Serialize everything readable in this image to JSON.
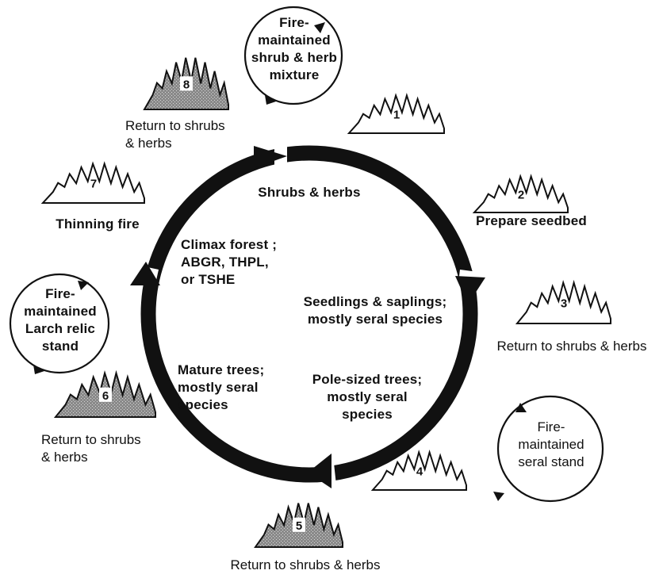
{
  "cycle": {
    "stage_shrubs": "Shrubs & herbs",
    "stage_seedlings": [
      "Seedlings & saplings;",
      "mostly seral species"
    ],
    "stage_pole": [
      "Pole-sized trees;",
      "mostly seral",
      "species"
    ],
    "stage_mature": [
      "Mature trees;",
      "mostly seral",
      "species"
    ],
    "stage_climax": [
      "Climax forest ;",
      "ABGR, THPL,",
      "or TSHE"
    ]
  },
  "fires": [
    {
      "number": "1",
      "style": "light",
      "caption": []
    },
    {
      "number": "2",
      "style": "light",
      "caption": [
        "Prepare seedbed"
      ]
    },
    {
      "number": "3",
      "style": "light",
      "caption": [
        "Return to shrubs & herbs"
      ]
    },
    {
      "number": "4",
      "style": "light",
      "caption": []
    },
    {
      "number": "5",
      "style": "severe",
      "caption": [
        "Return to shrubs & herbs"
      ]
    },
    {
      "number": "6",
      "style": "severe",
      "caption": [
        "Return to shrubs",
        "& herbs"
      ]
    },
    {
      "number": "7",
      "style": "light",
      "caption": [
        "Thinning fire"
      ]
    },
    {
      "number": "8",
      "style": "severe",
      "caption": [
        "Return to shrubs",
        "& herbs"
      ]
    }
  ],
  "loops": {
    "shrub_herb": [
      "Fire-",
      "maintained",
      "shrub & herb",
      "mixture"
    ],
    "larch": [
      "Fire-",
      "maintained",
      "Larch relic",
      "stand"
    ],
    "seral": [
      "Fire-",
      "maintained",
      "seral stand"
    ]
  },
  "colors": {
    "ink": "#111111",
    "shade": "#7a7a7a",
    "paper": "#ffffff"
  }
}
